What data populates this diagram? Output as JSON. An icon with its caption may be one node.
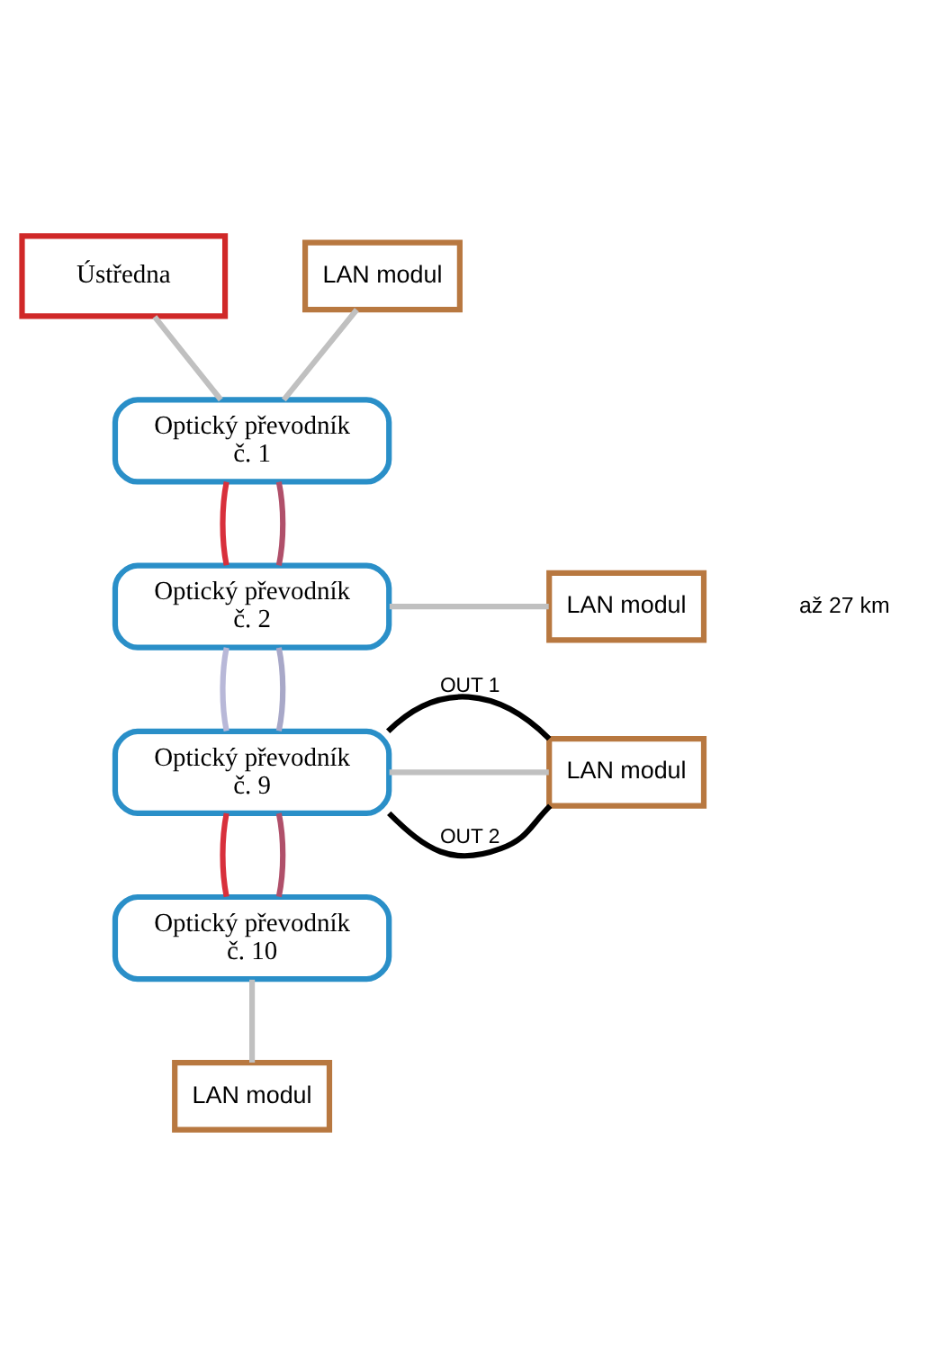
{
  "diagram": {
    "nodes": [
      {
        "text": [
          "Ústředna"
        ]
      },
      {
        "text": [
          "LAN modul"
        ]
      },
      {
        "text": [
          "Optický převodník",
          "č. 1"
        ]
      },
      {
        "text": [
          "Optický převodník",
          "č. 2"
        ]
      },
      {
        "text": [
          "LAN modul"
        ]
      },
      {
        "text": [
          "Optický převodník",
          "č. 9"
        ]
      },
      {
        "text": [
          "LAN modul"
        ]
      },
      {
        "text": [
          "Optický převodník",
          "č. 10"
        ]
      },
      {
        "text": [
          "LAN modul"
        ]
      }
    ],
    "edges": [
      {
        "from": 0,
        "to": 2,
        "arrow": "none"
      },
      {
        "from": 1,
        "to": 2,
        "arrow": "none"
      },
      {
        "from": 2,
        "to": 3,
        "arrow": "none",
        "color": "#d8303c"
      },
      {
        "from": 2,
        "to": 3,
        "arrow": "none",
        "color": "#b0506a"
      },
      {
        "from": 3,
        "to": 4,
        "arrow": "none"
      },
      {
        "from": 3,
        "to": 5,
        "arrow": "none",
        "color": "#b8b8d8"
      },
      {
        "from": 3,
        "to": 5,
        "arrow": "none",
        "color": "#a8a8c8"
      },
      {
        "from": 5,
        "to": 6,
        "arrow": "none",
        "label": "OUT 1",
        "color": "#000000"
      },
      {
        "from": 5,
        "to": 6,
        "arrow": "none"
      },
      {
        "from": 5,
        "to": 6,
        "arrow": "none",
        "label": "OUT 2",
        "color": "#000000"
      },
      {
        "from": 5,
        "to": 7,
        "arrow": "none",
        "color": "#d8303c"
      },
      {
        "from": 5,
        "to": 7,
        "arrow": "none",
        "color": "#b0506a"
      },
      {
        "from": 7,
        "to": 8,
        "arrow": "none"
      }
    ],
    "labels": [
      "až 27 km"
    ]
  }
}
